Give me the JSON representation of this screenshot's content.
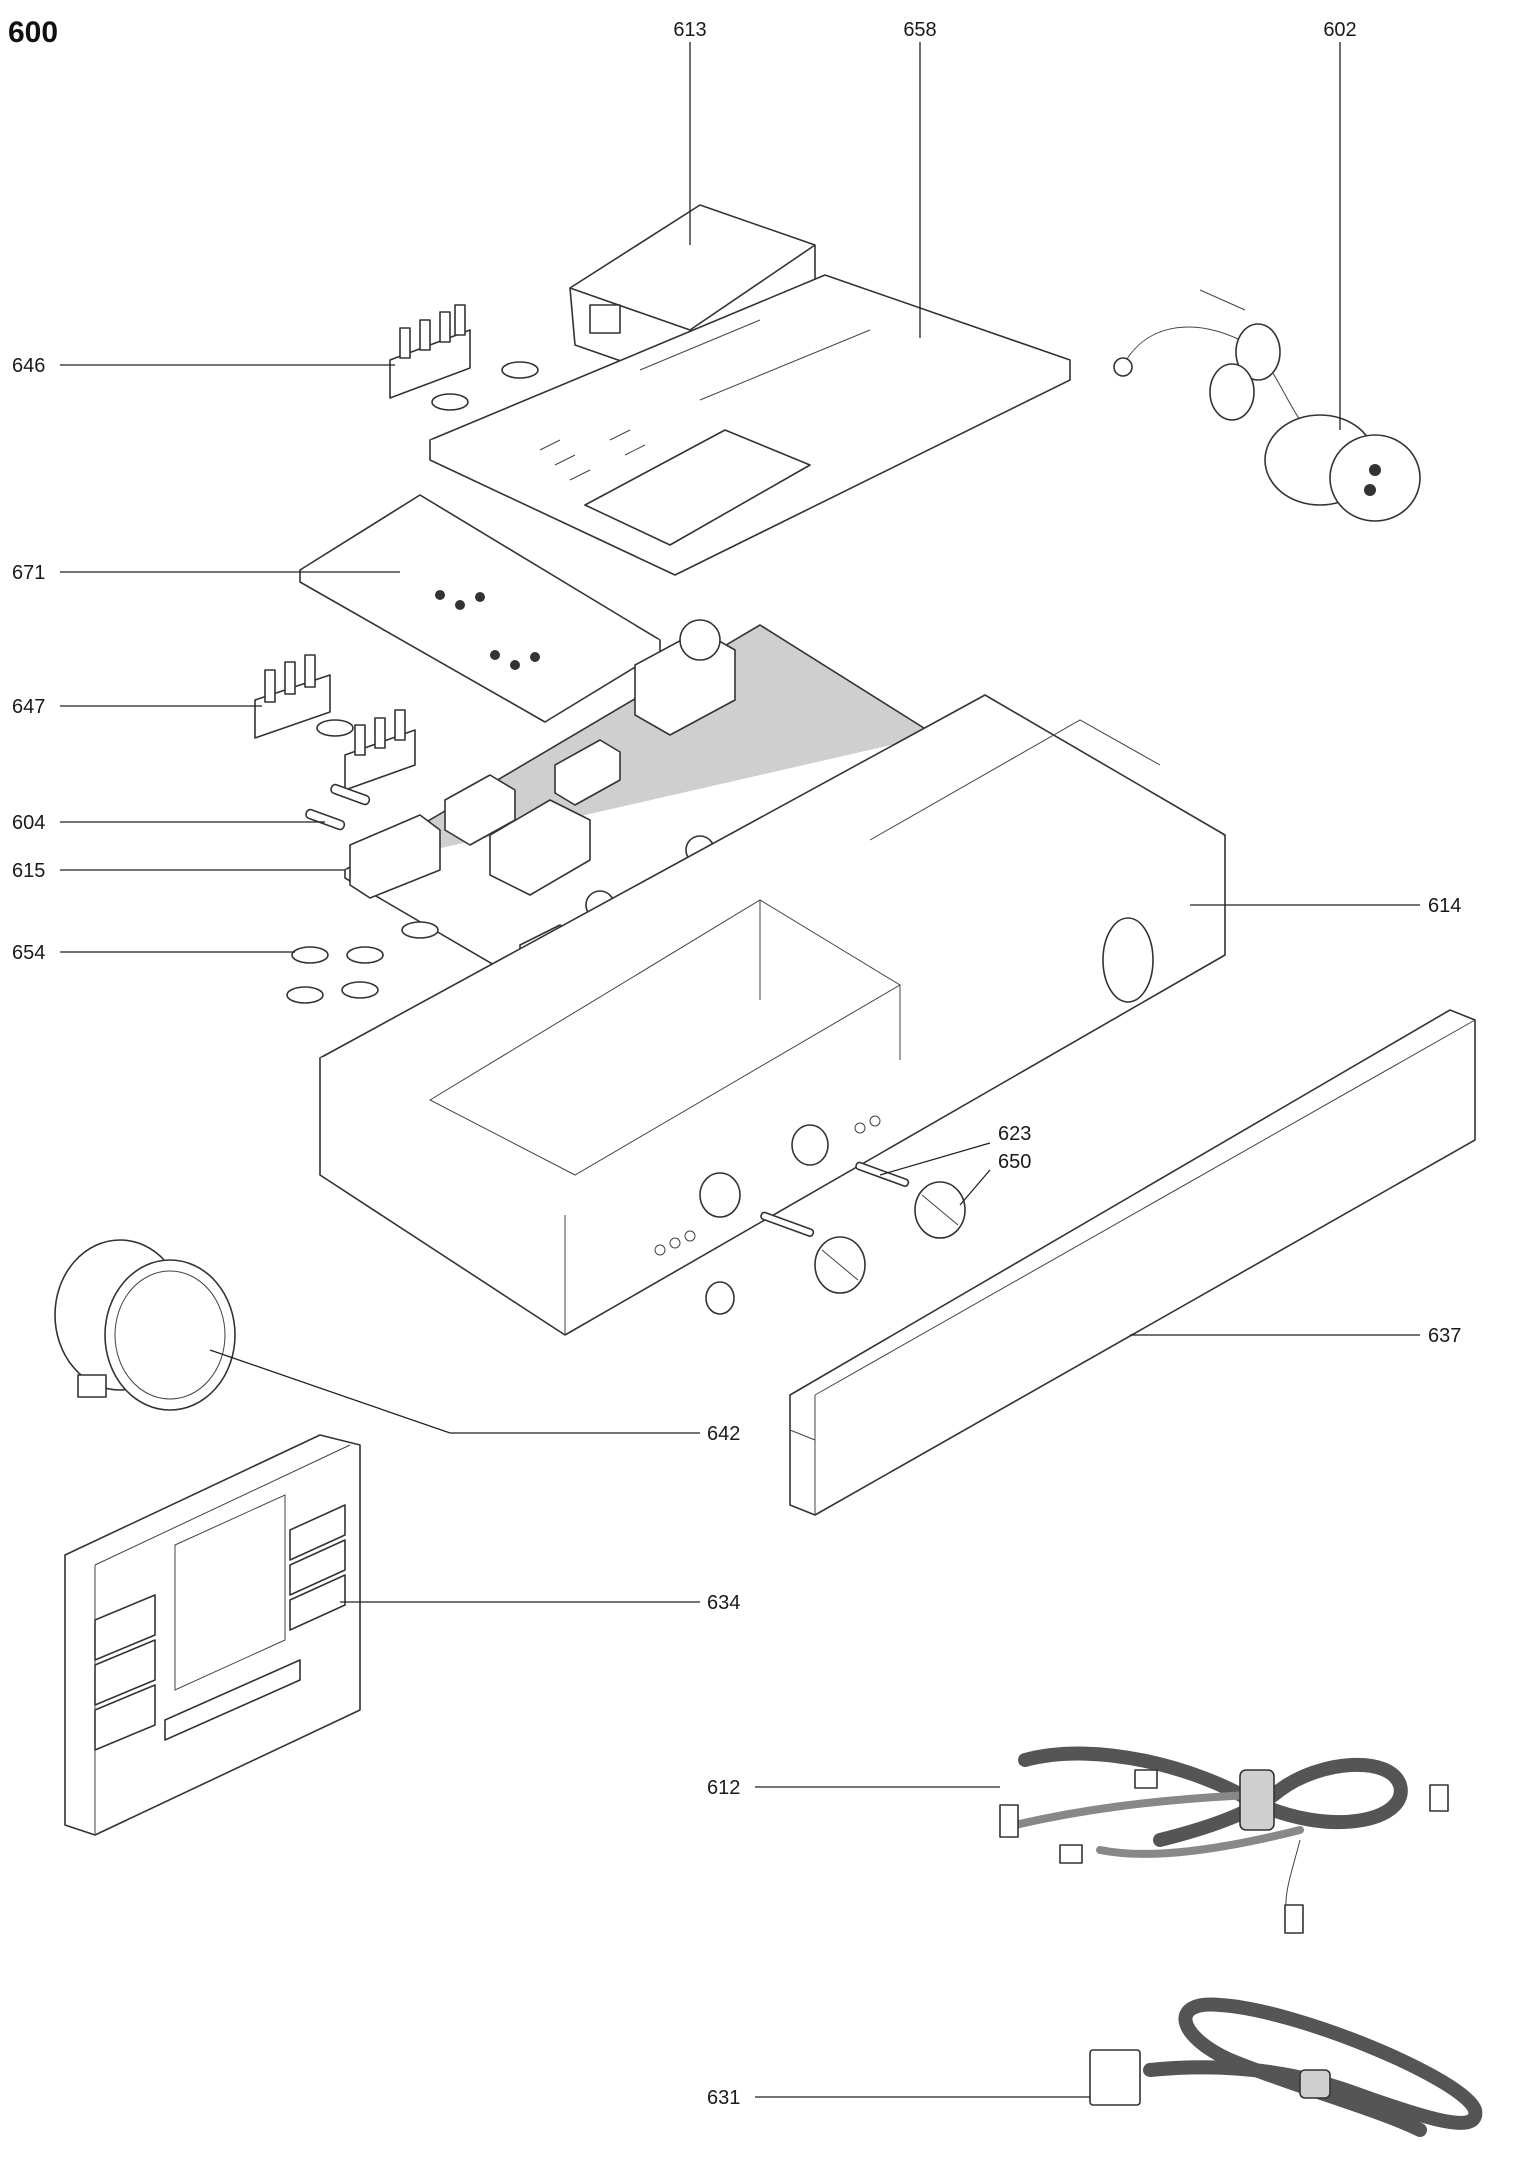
{
  "diagram": {
    "assembly_number": "600",
    "labels": {
      "p602": "602",
      "p604": "604",
      "p612": "612",
      "p613": "613",
      "p614": "614",
      "p615": "615",
      "p623": "623",
      "p631": "631",
      "p634": "634",
      "p637": "637",
      "p642": "642",
      "p646": "646",
      "p647": "647",
      "p650": "650",
      "p654": "654",
      "p658": "658",
      "p671": "671"
    }
  }
}
